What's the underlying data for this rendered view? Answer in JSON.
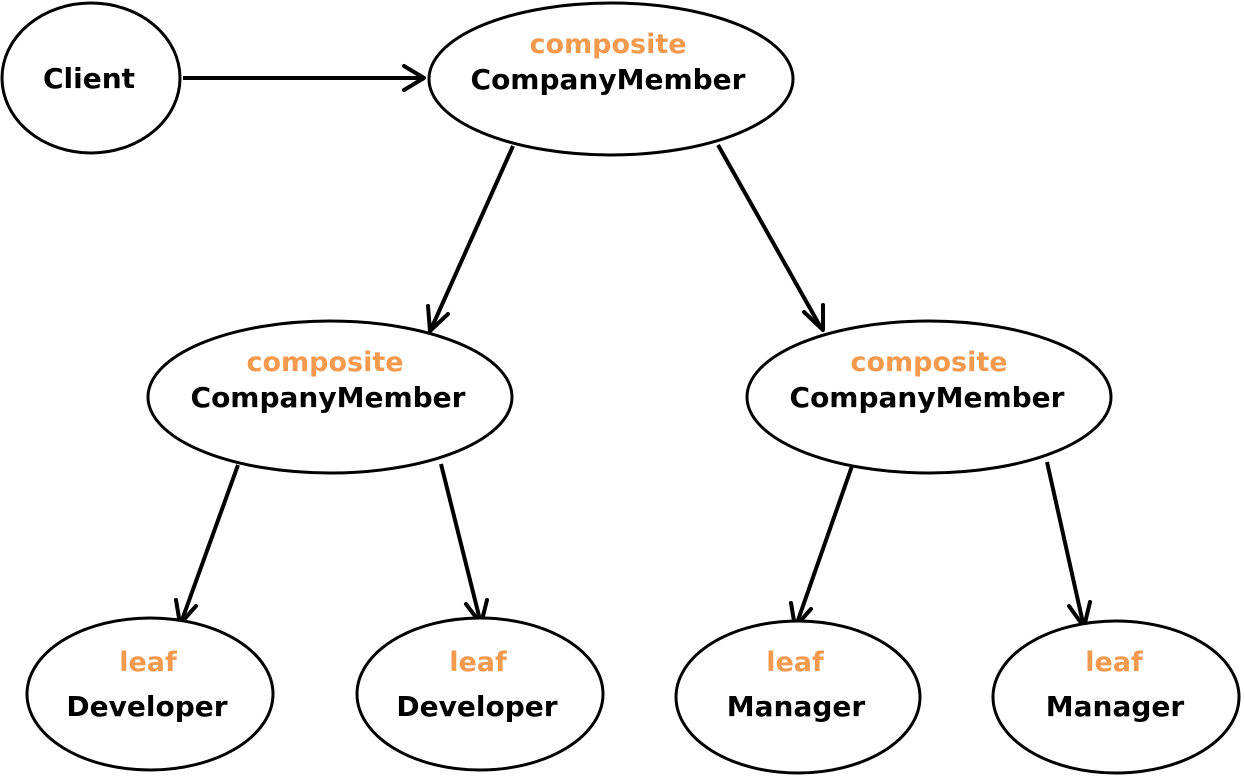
{
  "colors": {
    "role": "#f39a4f",
    "name": "#000000",
    "stroke": "#000000"
  },
  "nodes": [
    {
      "id": "client",
      "role": "",
      "name": "Client"
    },
    {
      "id": "root",
      "role": "composite",
      "name": "CompanyMember"
    },
    {
      "id": "left",
      "role": "composite",
      "name": "CompanyMember"
    },
    {
      "id": "right",
      "role": "composite",
      "name": "CompanyMember"
    },
    {
      "id": "dev1",
      "role": "leaf",
      "name": "Developer"
    },
    {
      "id": "dev2",
      "role": "leaf",
      "name": "Developer"
    },
    {
      "id": "mgr1",
      "role": "leaf",
      "name": "Manager"
    },
    {
      "id": "mgr2",
      "role": "leaf",
      "name": "Manager"
    }
  ],
  "edges": [
    {
      "from": "client",
      "to": "root"
    },
    {
      "from": "root",
      "to": "left"
    },
    {
      "from": "root",
      "to": "right"
    },
    {
      "from": "left",
      "to": "dev1"
    },
    {
      "from": "left",
      "to": "dev2"
    },
    {
      "from": "right",
      "to": "mgr1"
    },
    {
      "from": "right",
      "to": "mgr2"
    }
  ]
}
